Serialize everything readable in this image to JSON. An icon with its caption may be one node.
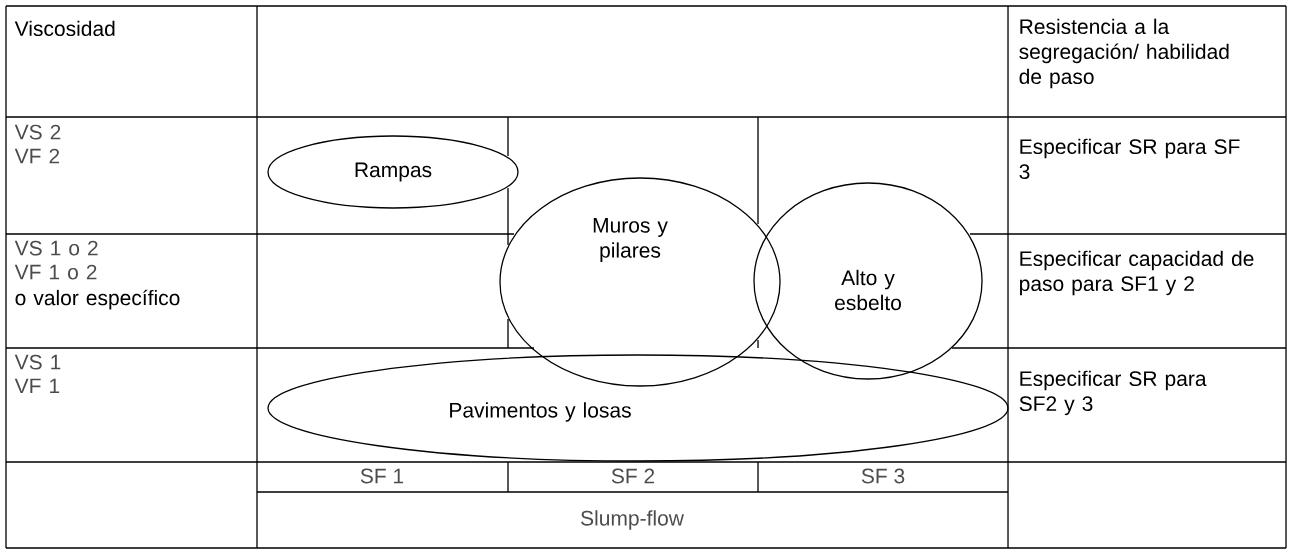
{
  "diagram": {
    "nodes": [
      {
        "text": [
          "Rampas"
        ]
      },
      {
        "text": [
          "Muros y pilares"
        ]
      },
      {
        "text": [
          "Alto y esbelto"
        ]
      },
      {
        "text": [
          "Pavimentos y losas"
        ]
      }
    ],
    "labels": [
      "Viscosidad",
      "Resistencia a la segregación/ habilidad de paso",
      "VS 2",
      "VF 2",
      "Especificar SR para SF 3",
      "VS 1 o 2",
      "VF 1 o 2",
      "o valor específico",
      "Especificar capacidad de paso para SF1 y 2",
      "VS 1",
      "VF 1",
      "Especificar SR para SF2 y 3",
      "SF 1",
      "SF 2",
      "SF 3",
      "Slump-flow"
    ]
  }
}
